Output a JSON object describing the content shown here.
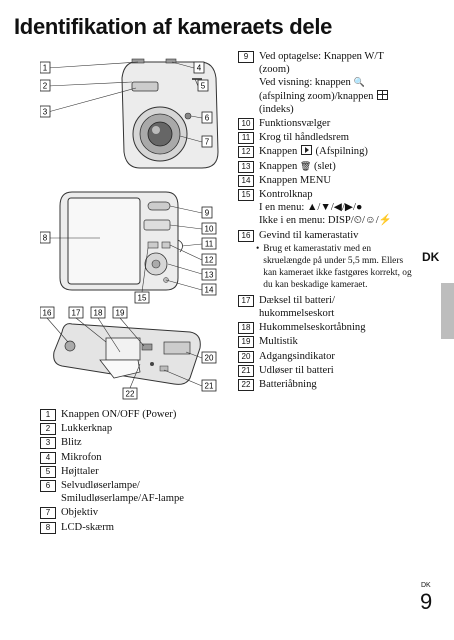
{
  "page_title": "Identifikation af kameraets dele",
  "side_tab": "DK",
  "page_footer": {
    "lang": "DK",
    "number": "9"
  },
  "callouts": {
    "front": [
      "1",
      "2",
      "3",
      "4",
      "5",
      "6",
      "7"
    ],
    "back": [
      "8",
      "9",
      "10",
      "11",
      "12",
      "13",
      "14",
      "15"
    ],
    "bottom": [
      "16",
      "17",
      "18",
      "19",
      "20",
      "21",
      "22"
    ]
  },
  "left_list": [
    {
      "num": "1",
      "text": "Knappen ON/OFF (Power)"
    },
    {
      "num": "2",
      "text": "Lukkerknap"
    },
    {
      "num": "3",
      "text": "Blitz"
    },
    {
      "num": "4",
      "text": "Mikrofon"
    },
    {
      "num": "5",
      "text": "Højttaler"
    },
    {
      "num": "6",
      "text": "Selvudløserlampe/",
      "text2": "Smiludløserlampe/AF-lampe"
    },
    {
      "num": "7",
      "text": "Objektiv"
    },
    {
      "num": "8",
      "text": "LCD-skærm"
    }
  ],
  "right_list": {
    "i9": {
      "num": "9",
      "l1": "Ved optagelse: Knappen W/T",
      "l2": "(zoom)",
      "l3a": "Ved visning: knappen ",
      "l3b": "🔍",
      "l4": "(afspilning zoom)/knappen ",
      "l5": "(indeks)"
    },
    "i10": {
      "num": "10",
      "text": "Funktionsvælger"
    },
    "i11": {
      "num": "11",
      "text": "Krog til håndledsrem"
    },
    "i12": {
      "num": "12",
      "a": "Knappen ",
      "b": " (Afspilning)"
    },
    "i13": {
      "num": "13",
      "a": "Knappen ",
      "icon": "🗑",
      "b": " (slet)"
    },
    "i14": {
      "num": "14",
      "text": "Knappen MENU"
    },
    "i15": {
      "num": "15",
      "l1": "Kontrolknap",
      "l2": "I en menu: ▲/▼/◀/▶/●",
      "l3": "Ikke i en menu: DISP/⏲/☺/⚡"
    },
    "i16": {
      "num": "16",
      "text": "Gevind til kamerastativ"
    },
    "bullet": "Brug et kamerastativ med en skruelængde på under 5,5 mm. Ellers kan kameraet ikke fastgøres korrekt, og du kan beskadige kameraet.",
    "i17": {
      "num": "17",
      "text": "Dæksel til batteri/",
      "text2": "hukommelseskort"
    },
    "i18": {
      "num": "18",
      "text": "Hukommelseskortåbning"
    },
    "i19": {
      "num": "19",
      "text": "Multistik"
    },
    "i20": {
      "num": "20",
      "text": "Adgangsindikator"
    },
    "i21": {
      "num": "21",
      "text": "Udløser til batteri"
    },
    "i22": {
      "num": "22",
      "text": "Batteriåbning"
    }
  }
}
